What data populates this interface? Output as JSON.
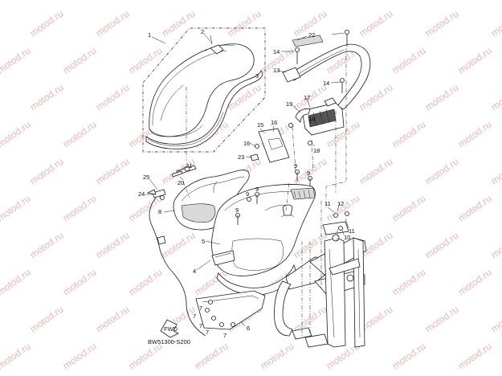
{
  "watermark": {
    "text": "motod.ru",
    "color": "#e9b7b7"
  },
  "diagram_code": "BW51300-S200",
  "fwd_label": "FWD",
  "callouts": [
    {
      "id": "c1",
      "text": "1"
    },
    {
      "id": "c2",
      "text": "2"
    },
    {
      "id": "c3",
      "text": "3"
    },
    {
      "id": "c4",
      "text": "4"
    },
    {
      "id": "c5",
      "text": "5"
    },
    {
      "id": "c6",
      "text": "6"
    },
    {
      "id": "c7a",
      "text": "7"
    },
    {
      "id": "c7b",
      "text": "7"
    },
    {
      "id": "c7c",
      "text": "7"
    },
    {
      "id": "c7d",
      "text": "7"
    },
    {
      "id": "c7e",
      "text": "7"
    },
    {
      "id": "c8",
      "text": "8"
    },
    {
      "id": "c9a",
      "text": "9"
    },
    {
      "id": "c9b",
      "text": "9"
    },
    {
      "id": "c9c",
      "text": "9"
    },
    {
      "id": "c9d",
      "text": "9"
    },
    {
      "id": "c9e",
      "text": "9"
    },
    {
      "id": "c10",
      "text": "10"
    },
    {
      "id": "c11a",
      "text": "11"
    },
    {
      "id": "c11b",
      "text": "11"
    },
    {
      "id": "c12",
      "text": "12"
    },
    {
      "id": "c13",
      "text": "13"
    },
    {
      "id": "c14a",
      "text": "14"
    },
    {
      "id": "c14b",
      "text": "14"
    },
    {
      "id": "c15",
      "text": "15"
    },
    {
      "id": "c16a",
      "text": "16"
    },
    {
      "id": "c16b",
      "text": "16"
    },
    {
      "id": "c17",
      "text": "17"
    },
    {
      "id": "c18a",
      "text": "18"
    },
    {
      "id": "c18b",
      "text": "18"
    },
    {
      "id": "c19",
      "text": "19"
    },
    {
      "id": "c20",
      "text": "20"
    },
    {
      "id": "c21",
      "text": "21"
    },
    {
      "id": "c22",
      "text": "22"
    },
    {
      "id": "c23",
      "text": "23"
    },
    {
      "id": "c24",
      "text": "24"
    },
    {
      "id": "c25",
      "text": "25"
    }
  ]
}
